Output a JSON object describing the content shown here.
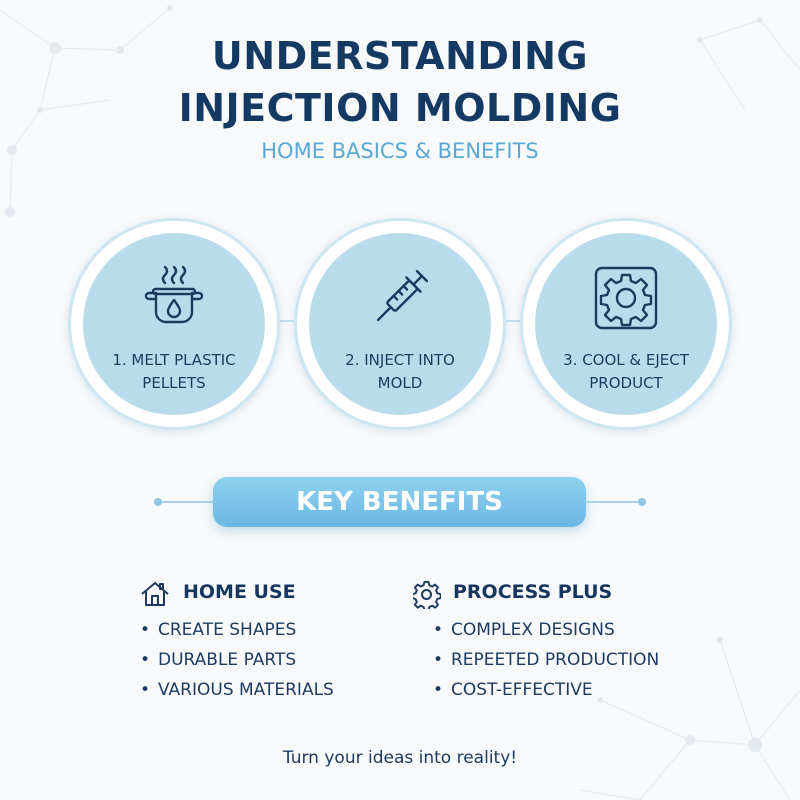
{
  "header": {
    "title_line1": "UNDERSTANDING",
    "title_line2": "INJECTION MOLDING",
    "subtitle": "HOME BASICS & BENEFITS"
  },
  "steps": [
    {
      "label_line1": "1. MELT PLASTIC",
      "label_line2": "PELLETS",
      "icon": "cooking-pot-icon"
    },
    {
      "label_line1": "2. INJECT INTO",
      "label_line2": "MOLD",
      "icon": "syringe-icon"
    },
    {
      "label_line1": "3. COOL & EJECT",
      "label_line2": "PRODUCT",
      "icon": "gear-icon"
    }
  ],
  "benefits": {
    "heading": "KEY BENEFITS",
    "home_use": {
      "title": "HOME USE",
      "icon": "house-icon",
      "items": [
        "CREATE SHAPES",
        "DURABLE PARTS",
        "VARIOUS MATERIALS"
      ]
    },
    "process_plus": {
      "title": "PROCESS PLUS",
      "icon": "gear-icon",
      "items": [
        "COMPLEX DESIGNS",
        "REPEETED PRODUCTION",
        "COST-EFFECTIVE"
      ]
    }
  },
  "footer": {
    "tagline": "Turn your ideas into reality!"
  },
  "colors": {
    "title": "#143a64",
    "subtitle": "#5aa8d3",
    "circle_fill": "#b9dcec",
    "benefits_bar": "#7cc4e8",
    "text": "#1d3a5f"
  }
}
